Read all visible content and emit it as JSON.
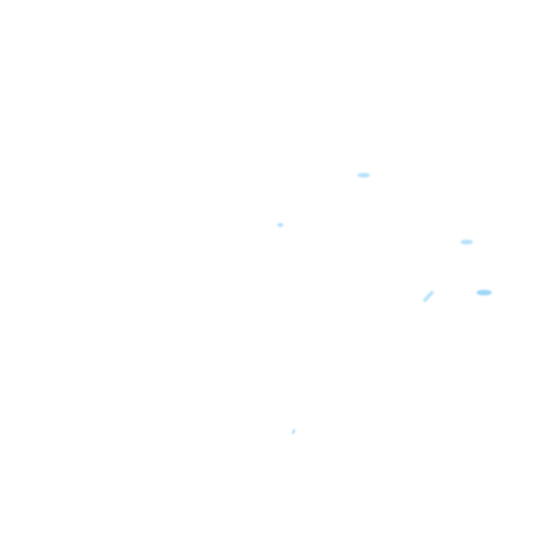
{
  "colors": {
    "background": "#ffffff",
    "speck": "#b8e2fb",
    "speck_strong": "#9fd6f8"
  },
  "specks": [
    {
      "id": "speck-a",
      "tone": "speck"
    },
    {
      "id": "speck-b",
      "tone": "speck"
    },
    {
      "id": "speck-c",
      "tone": "speck"
    },
    {
      "id": "speck-d",
      "tone": "speck_strong"
    },
    {
      "id": "speck-e",
      "tone": "speck"
    },
    {
      "id": "speck-f",
      "tone": "speck_strong"
    }
  ]
}
